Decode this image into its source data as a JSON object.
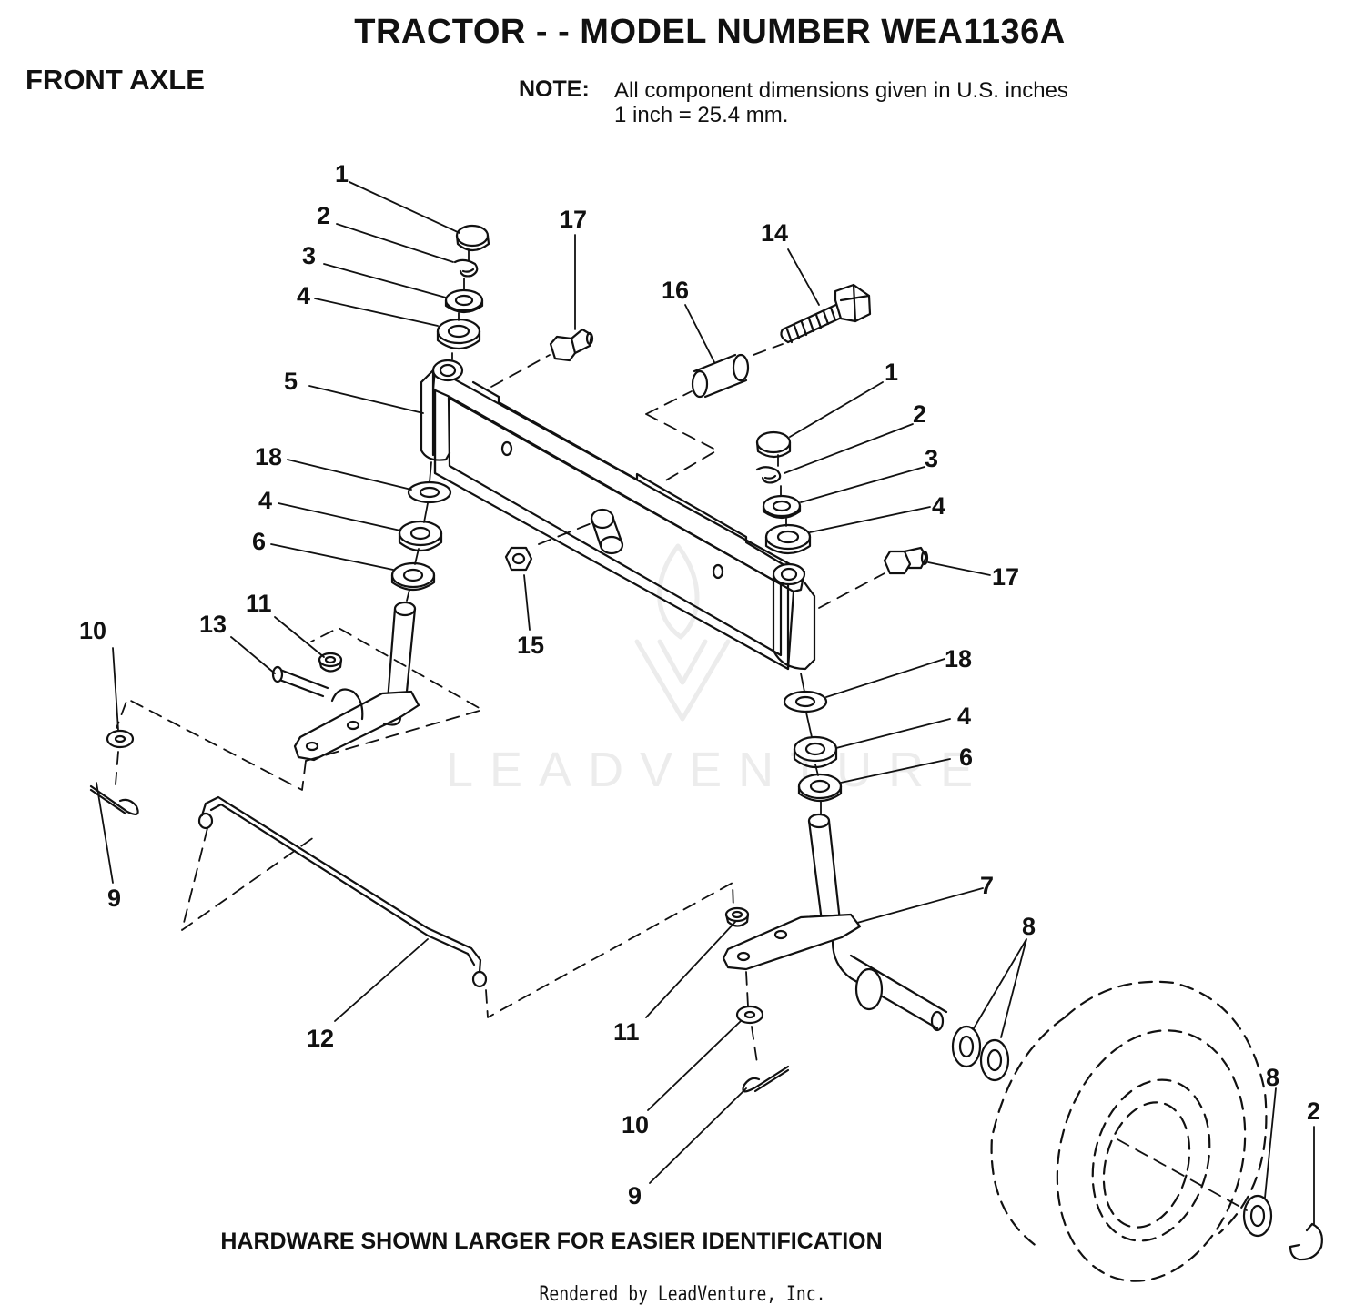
{
  "title": "TRACTOR - - MODEL NUMBER WEA1136A",
  "section": "FRONT AXLE",
  "note": {
    "label": "NOTE:",
    "line1": "All component dimensions given in U.S. inches",
    "line2": "1 inch = 25.4 mm."
  },
  "footer_note": "HARDWARE SHOWN LARGER FOR EASIER IDENTIFICATION",
  "credit": "Rendered by LeadVenture, Inc.",
  "watermark": "LEADVENTURE",
  "colors": {
    "ink": "#111111",
    "watermark": "#ececec",
    "background": "#ffffff"
  },
  "callouts": {
    "c1a": "1",
    "c2a": "2",
    "c3a": "3",
    "c4a": "4",
    "c5": "5",
    "c17a": "17",
    "c16": "16",
    "c14": "14",
    "c1b": "1",
    "c2b": "2",
    "c3b": "3",
    "c4b": "4",
    "c17b": "17",
    "c18a": "18",
    "c4c": "4",
    "c6a": "6",
    "c10a": "10",
    "c13": "13",
    "c11a": "11",
    "c15": "15",
    "c9a": "9",
    "c18b": "18",
    "c4d": "4",
    "c6b": "6",
    "c7": "7",
    "c8a": "8",
    "c12": "12",
    "c11b": "11",
    "c10b": "10",
    "c9b": "9",
    "c8b": "8",
    "c2c": "2"
  }
}
